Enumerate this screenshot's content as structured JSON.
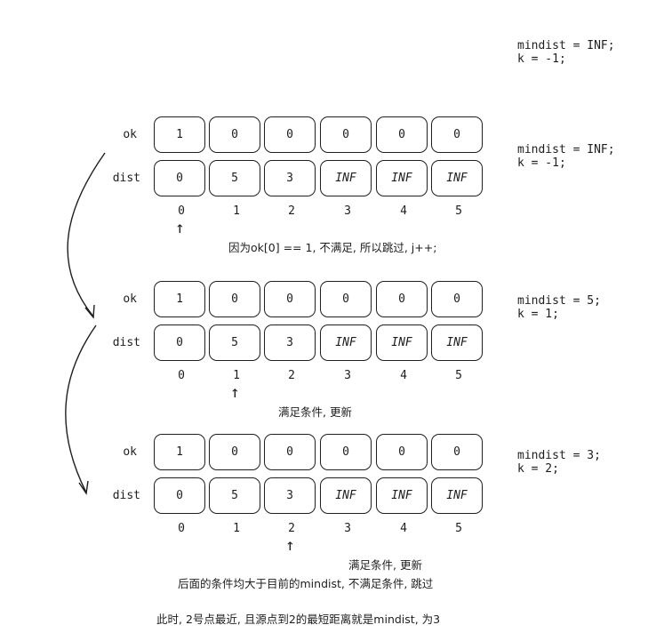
{
  "top_vars": [
    "mindist = INF;",
    "k = -1;"
  ],
  "labels": {
    "ok": "ok",
    "dist": "dist"
  },
  "indices": [
    "0",
    "1",
    "2",
    "3",
    "4",
    "5"
  ],
  "ok_values": [
    "1",
    "0",
    "0",
    "0",
    "0",
    "0"
  ],
  "dist_values": [
    "0",
    "5",
    "3",
    "INF",
    "INF",
    "INF"
  ],
  "steps": [
    {
      "vars": [
        "mindist = INF;",
        "k = -1;"
      ],
      "pointer": 0,
      "note": "因为ok[0] == 1, 不满足, 所以跳过, j++;"
    },
    {
      "vars": [
        "mindist = 5;",
        "k = 1;"
      ],
      "pointer": 1,
      "note": "满足条件, 更新"
    },
    {
      "vars": [
        "mindist = 3;",
        "k = 2;"
      ],
      "pointer": 2,
      "note": "满足条件, 更新"
    }
  ],
  "summary": [
    "后面的条件均大于目前的mindist, 不满足条件, 跳过",
    "此时, 2号点最近, 且源点到2的最短距离就是mindist, 为3"
  ]
}
